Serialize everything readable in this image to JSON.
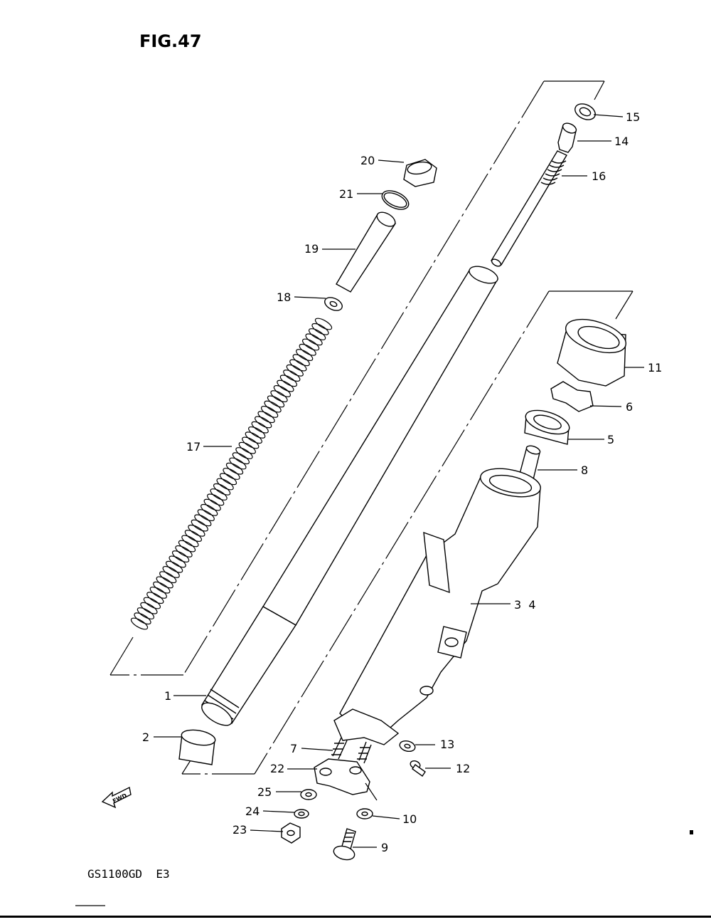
{
  "figure": {
    "title": "FIG.47",
    "model": "GS1100GD  E3"
  },
  "callouts": [
    {
      "id": "c15",
      "text": "15"
    },
    {
      "id": "c14",
      "text": "14"
    },
    {
      "id": "c16",
      "text": "16"
    },
    {
      "id": "c20",
      "text": "20"
    },
    {
      "id": "c21",
      "text": "21"
    },
    {
      "id": "c19",
      "text": "19"
    },
    {
      "id": "c18",
      "text": "18"
    },
    {
      "id": "c17",
      "text": "17"
    },
    {
      "id": "c11",
      "text": "11"
    },
    {
      "id": "c6",
      "text": "6"
    },
    {
      "id": "c5",
      "text": "5"
    },
    {
      "id": "c8",
      "text": "8"
    },
    {
      "id": "c34",
      "text": "3  4"
    },
    {
      "id": "c1",
      "text": "1"
    },
    {
      "id": "c2",
      "text": "2"
    },
    {
      "id": "c7",
      "text": "7"
    },
    {
      "id": "c13",
      "text": "13"
    },
    {
      "id": "c12",
      "text": "12"
    },
    {
      "id": "c22",
      "text": "22"
    },
    {
      "id": "c25",
      "text": "25"
    },
    {
      "id": "c24",
      "text": "24"
    },
    {
      "id": "c10",
      "text": "10"
    },
    {
      "id": "c23",
      "text": "23"
    },
    {
      "id": "c9",
      "text": "9"
    }
  ],
  "fwd_arrow": {
    "label": "FWD",
    "icon": "fwd-arrow-icon"
  }
}
